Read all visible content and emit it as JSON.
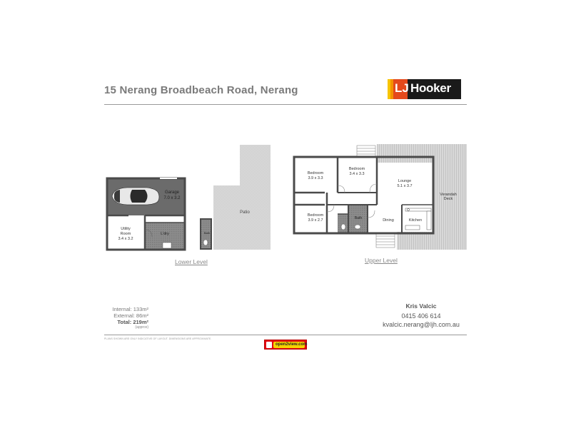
{
  "header": {
    "title": "15 Nerang Broadbeach Road, Nerang",
    "brand_lj": "LJ",
    "brand_name": "Hooker"
  },
  "lower_level": {
    "label": "Lower Level",
    "rooms": [
      {
        "name": "Garage",
        "size": "7.0 x 3.2"
      },
      {
        "name": "Utility Room",
        "size": "3.4 x 3.2"
      },
      {
        "name": "L'dry",
        "size": ""
      },
      {
        "name": "Bath",
        "size": ""
      },
      {
        "name": "Patio",
        "size": ""
      }
    ]
  },
  "upper_level": {
    "label": "Upper Level",
    "rooms": [
      {
        "name": "Bedroom",
        "size": "3.9 x 3.3"
      },
      {
        "name": "Bedroom",
        "size": "3.4 x 3.3"
      },
      {
        "name": "Lounge",
        "size": "5.1 x 3.7"
      },
      {
        "name": "Bedroom",
        "size": "3.9 x 2.7"
      },
      {
        "name": "Bath",
        "size": ""
      },
      {
        "name": "Dining",
        "size": ""
      },
      {
        "name": "Kitchen",
        "size": ""
      },
      {
        "name": "Verandah Deck",
        "size": ""
      }
    ]
  },
  "areas": {
    "internal": "Internal: 133m²",
    "external": "External: 86m²",
    "total": "Total: 219m²",
    "approx": "(approx)"
  },
  "agent": {
    "name": "Kris Valcic",
    "phone": "0415 406 614",
    "email": "kvalcic.nerang@ljh.com.au"
  },
  "footer": {
    "disclaimer": "PLANS SHOWN ARE ONLY INDICATIVE OF LAYOUT. DIMENSIONS ARE APPROXIMATE.",
    "badge_text": "open2view.com"
  },
  "colors": {
    "wall": "#4a4a4a",
    "outdoor": "#d4d4d4",
    "garage_floor": "#6b6b6b",
    "wet_tile": "#8a8a8a",
    "brand_red": "#e4491c"
  }
}
